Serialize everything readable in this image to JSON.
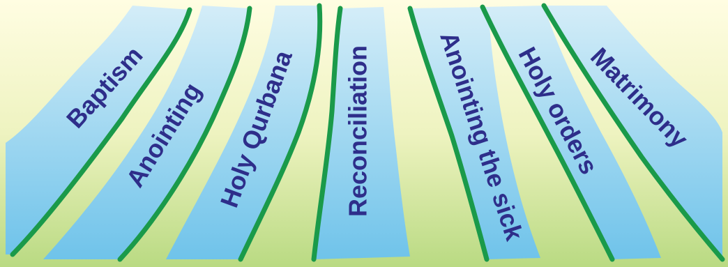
{
  "colors": {
    "background_top": "#fffde2",
    "background_bottom": "#b9da82",
    "ribbon_top": "#d4edf8",
    "ribbon_bottom": "#6fc3ea",
    "ribbon_edge": "#1a9a4a",
    "label_text": "#2e2e8a"
  },
  "ribbons": [
    {
      "label": "Baptism"
    },
    {
      "label": "Anointing"
    },
    {
      "label": "Holy Qurbana"
    },
    {
      "label": "Reconciliation"
    },
    {
      "label": "Anointing the sick"
    },
    {
      "label": "Holy orders"
    },
    {
      "label": "Matrimony"
    }
  ]
}
